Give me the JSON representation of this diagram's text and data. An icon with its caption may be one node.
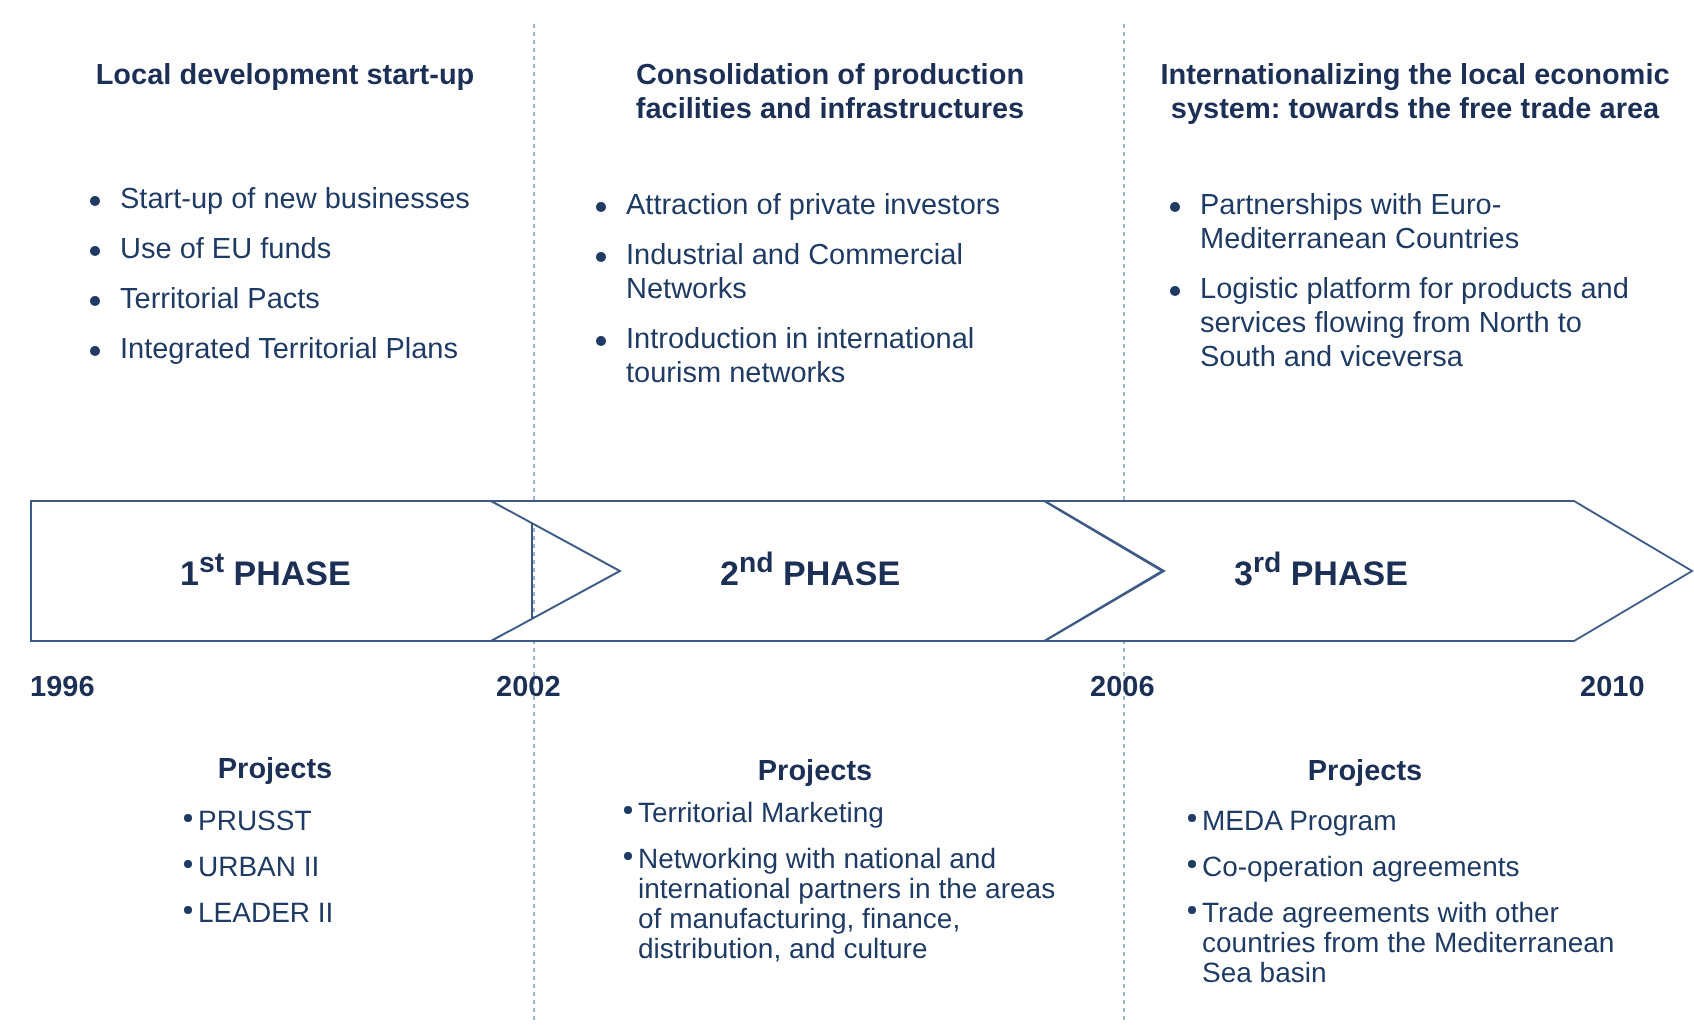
{
  "diagram": {
    "nodes": [
      {
        "text": [
          "1$^{st}$ PHASE"
        ]
      },
      {
        "text": [
          "2$^{nd}$ PHASE"
        ]
      },
      {
        "text": [
          "3$^{rd}$ PHASE"
        ]
      }
    ],
    "labels": [
      "Local development start-up",
      "Start-up of new businesses",
      "Use of EU funds",
      "Territorial Pacts",
      "Integrated Territorial Plans",
      "Consolidation of production facilities and infrastructures",
      "Attraction of private investors",
      "Industrial and Commercial Networks",
      "Introduction in international tourism networks",
      "Internationalizing the local economic system: towards the free trade area",
      "Partnerships with Euro-Mediterranean Countries",
      "Logistic platform for products and services flowing from North to South and viceversa",
      "1996",
      "2002",
      "2006",
      "2010",
      "Projects",
      "PRUSST",
      "URBAN II",
      "LEADER II",
      "Projects",
      "Territorial Marketing",
      "Networking with national and international partners in the areas of manufacturing, finance, distribution, and culture",
      "Projects",
      "MEDA Program",
      "Co-operation agreements",
      "Trade agreements with other countries from the Mediterranean Sea basin"
    ]
  }
}
